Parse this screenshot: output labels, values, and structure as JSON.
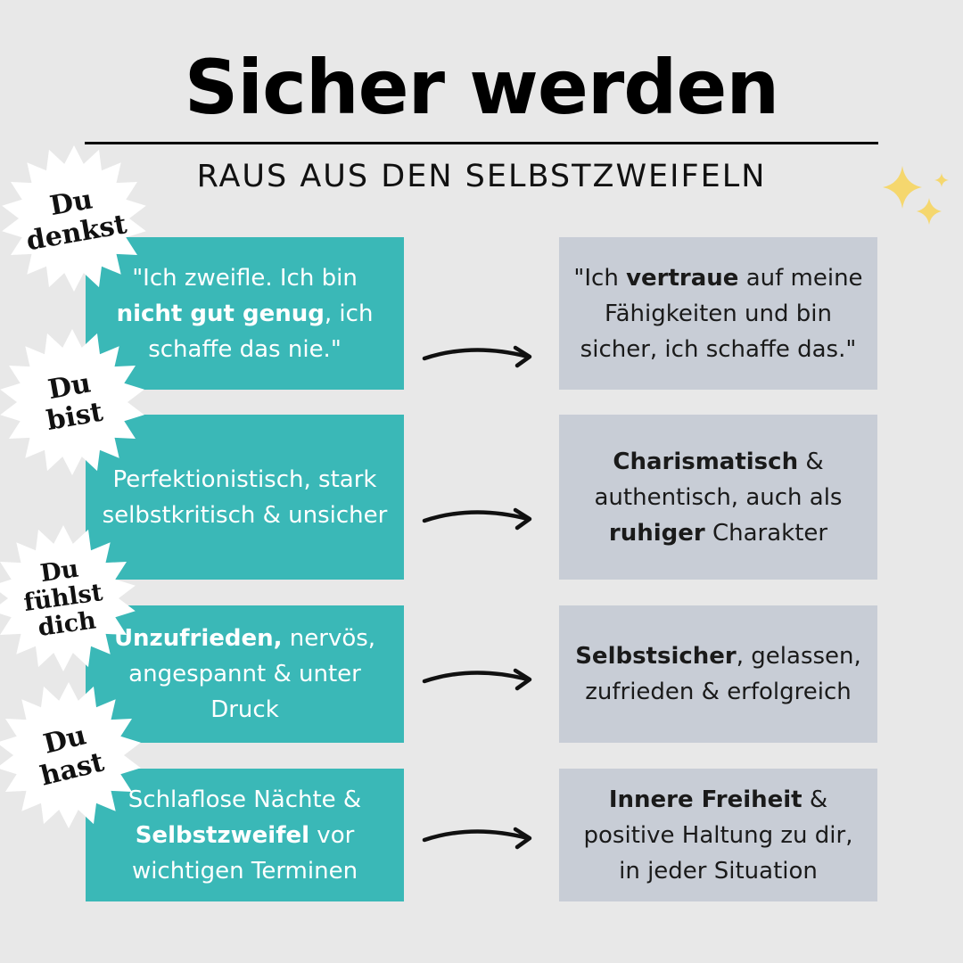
{
  "header": {
    "title": "Sicher werden",
    "subtitle": "RAUS AUS DEN SELBSTZWEIFELN"
  },
  "colors": {
    "teal": "#3ab8b7",
    "gray_box": "#c8cdd6",
    "background": "#e8e8e8",
    "sparkle": "#f5d76e"
  },
  "rows": [
    {
      "badge": [
        "Du",
        "denkst"
      ],
      "left": [
        "\"Ich zweifle. Ich bin ",
        "nicht gut genug",
        ", ich schaffe das nie.\""
      ],
      "right": [
        "\"Ich ",
        "vertraue",
        " auf meine Fähigkeiten und bin sicher, ich schaffe das.\""
      ]
    },
    {
      "badge": [
        "Du",
        "bist"
      ],
      "left": [
        "",
        "Perfektionistisch, stark selbstkritisch & unsicher",
        ""
      ],
      "right": [
        "",
        "Charismatisch",
        " & authentisch, auch als ",
        "ruhiger",
        " Charakter"
      ]
    },
    {
      "badge": [
        "Du",
        "fühlst",
        "dich"
      ],
      "left": [
        "",
        "Unzufrieden,",
        " nervös, angespannt & unter Druck"
      ],
      "right": [
        "",
        "Selbstsicher",
        ", gelassen, zufrieden & erfolgreich"
      ]
    },
    {
      "badge": [
        "Du",
        "hast"
      ],
      "left": [
        "Schlaflose Nächte & ",
        "Selbstzweifel",
        " vor wichtigen Terminen"
      ],
      "right": [
        "",
        "Innere  Freiheit",
        " & positive Haltung zu dir, in jeder Situation"
      ]
    }
  ],
  "icons": {
    "arrow": "curved-arrow-right-icon",
    "sparkles": "sparkles-icon",
    "badge": "starburst-badge-icon"
  }
}
